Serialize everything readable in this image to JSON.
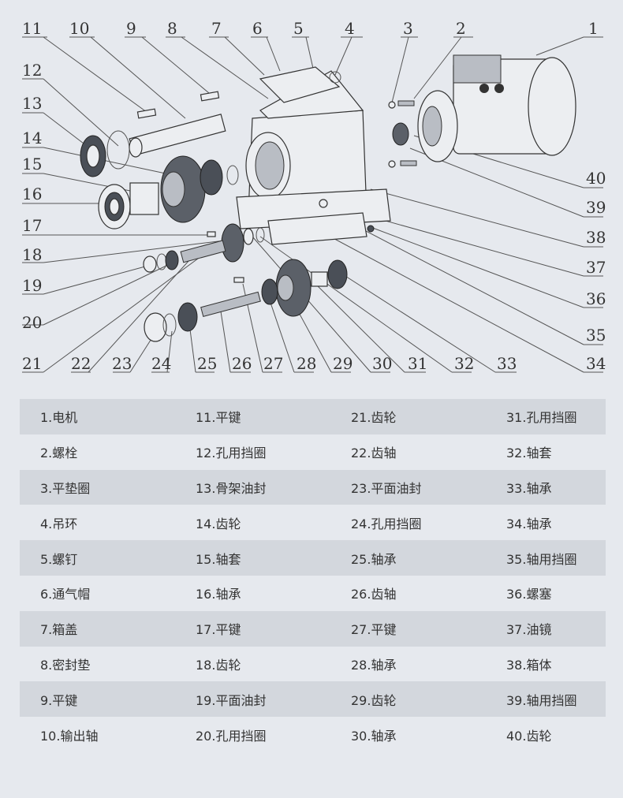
{
  "callouts_top": [
    "11",
    "10",
    "9",
    "8",
    "7",
    "6",
    "5",
    "4",
    "3",
    "2",
    "1"
  ],
  "callouts_left": [
    "12",
    "13",
    "14",
    "15",
    "16",
    "17",
    "18",
    "19",
    "20",
    "21"
  ],
  "callouts_bottom": [
    "22",
    "23",
    "24",
    "25",
    "26",
    "27",
    "28",
    "29",
    "30",
    "31",
    "32",
    "33",
    "34"
  ],
  "callouts_right": [
    "40",
    "39",
    "38",
    "37",
    "36",
    "35"
  ],
  "legend_rows": [
    [
      "1.电机",
      "11.平键",
      "21.齿轮",
      "31.孔用挡圈"
    ],
    [
      "2.螺栓",
      "12.孔用挡圈",
      "22.齿轴",
      "32.轴套"
    ],
    [
      "3.平垫圈",
      "13.骨架油封",
      "23.平面油封",
      "33.轴承"
    ],
    [
      "4.吊环",
      "14.齿轮",
      "24.孔用挡圈",
      "34.轴承"
    ],
    [
      "5.螺钉",
      "15.轴套",
      "25.轴承",
      "35.轴用挡圈"
    ],
    [
      "6.通气帽",
      "16.轴承",
      "26.齿轴",
      "36.螺塞"
    ],
    [
      "7.箱盖",
      "17.平键",
      "27.平键",
      "37.油镜"
    ],
    [
      "8.密封垫",
      "18.齿轮",
      "28.轴承",
      "38.箱体"
    ],
    [
      "9.平键",
      "19.平面油封",
      "29.齿轮",
      "39.轴用挡圈"
    ],
    [
      "10.输出轴",
      "20.孔用挡圈",
      "30.轴承",
      "40.齿轮"
    ]
  ]
}
